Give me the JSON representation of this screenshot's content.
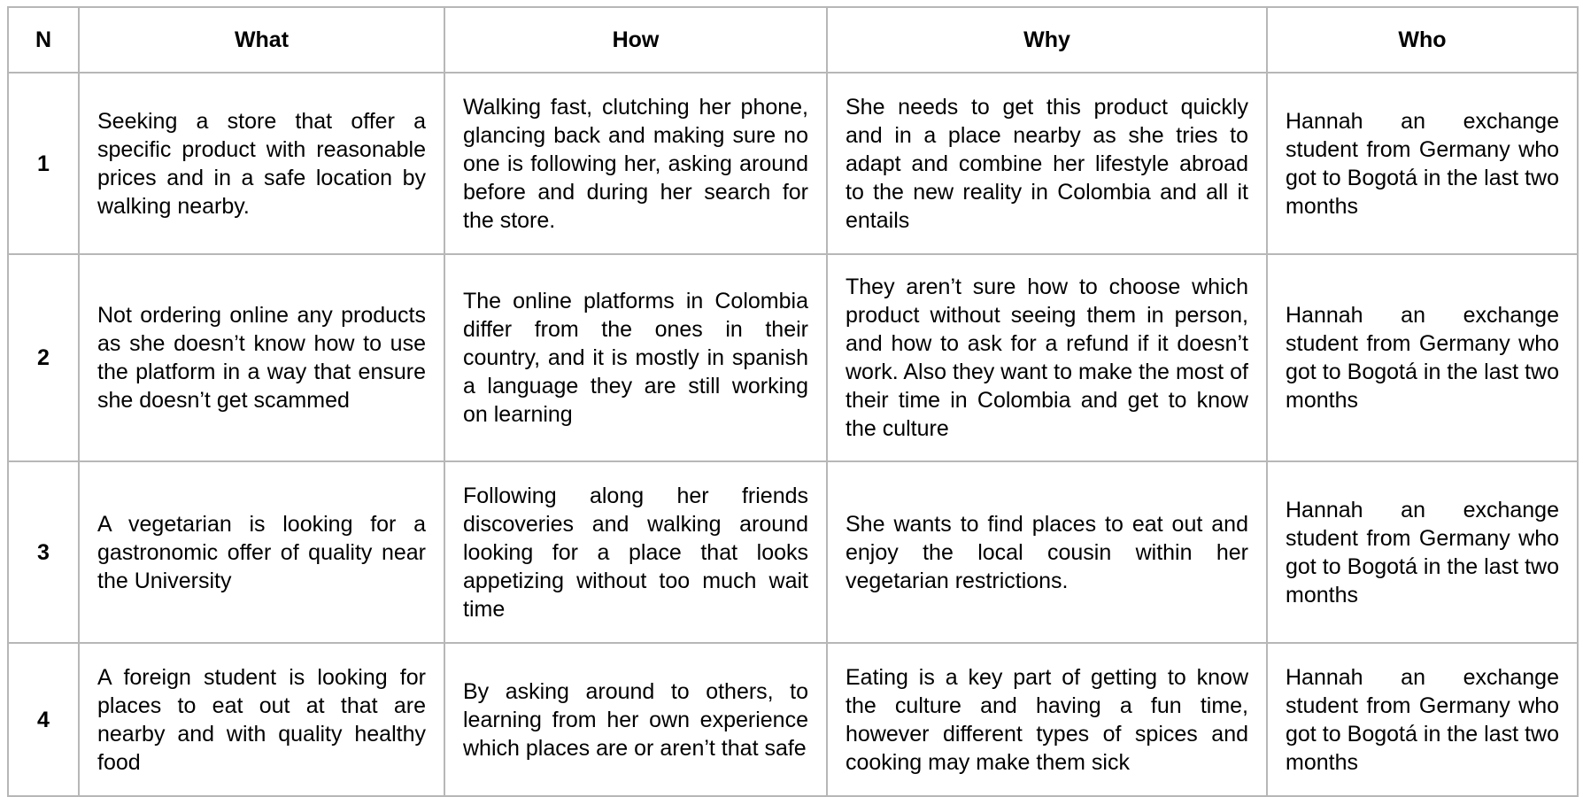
{
  "table": {
    "headers": [
      "N",
      "What",
      "How",
      "Why",
      "Who"
    ],
    "rows": [
      {
        "n": "1",
        "what": "Seeking a store that offer a specific product with reasonable prices and in a safe location by walking nearby.",
        "how": "Walking fast, clutching her phone, glancing back and making sure no one is following her, asking around before and during her search for the store.",
        "why": "She needs to get this product quickly and in a place nearby as she tries to adapt and combine her lifestyle abroad to the new reality in Colombia and all it entails",
        "who": "Hannah an exchange student from Germany who got to Bogotá in the last two months"
      },
      {
        "n": "2",
        "what": "Not ordering online any products as she doesn’t know how to use the platform in a way that ensure she doesn’t get scammed",
        "how": "The online platforms in Colombia differ from the ones in their country, and it is mostly in spanish a language they are still working on learning",
        "why": "They aren’t sure how to choose which product without seeing them in person, and how to ask for a refund if it doesn’t work. Also they want to make the most of their time in Colombia and get to know the culture",
        "who": "Hannah an exchange student from Germany who got to Bogotá in the last two months"
      },
      {
        "n": "3",
        "what": "A vegetarian is looking for a gastronomic offer of quality near the University",
        "how": "Following along her friends discoveries and walking around looking for a place that looks appetizing without too much wait time",
        "why": "She wants to find places to eat out and enjoy the local cousin within her vegetarian restrictions.",
        "who": "Hannah an exchange student from Germany who got to Bogotá in the last two months"
      },
      {
        "n": "4",
        "what": "A foreign student is looking for places to eat out at that are nearby and with quality healthy food",
        "how": "By asking around to others, to learning from her own experience which places are or aren’t that safe",
        "why": "Eating is a key part of getting to know the culture and having a fun time, however different types of spices and cooking may make them sick",
        "who": "Hannah an exchange student from Germany who got to Bogotá in the last two months"
      }
    ]
  }
}
